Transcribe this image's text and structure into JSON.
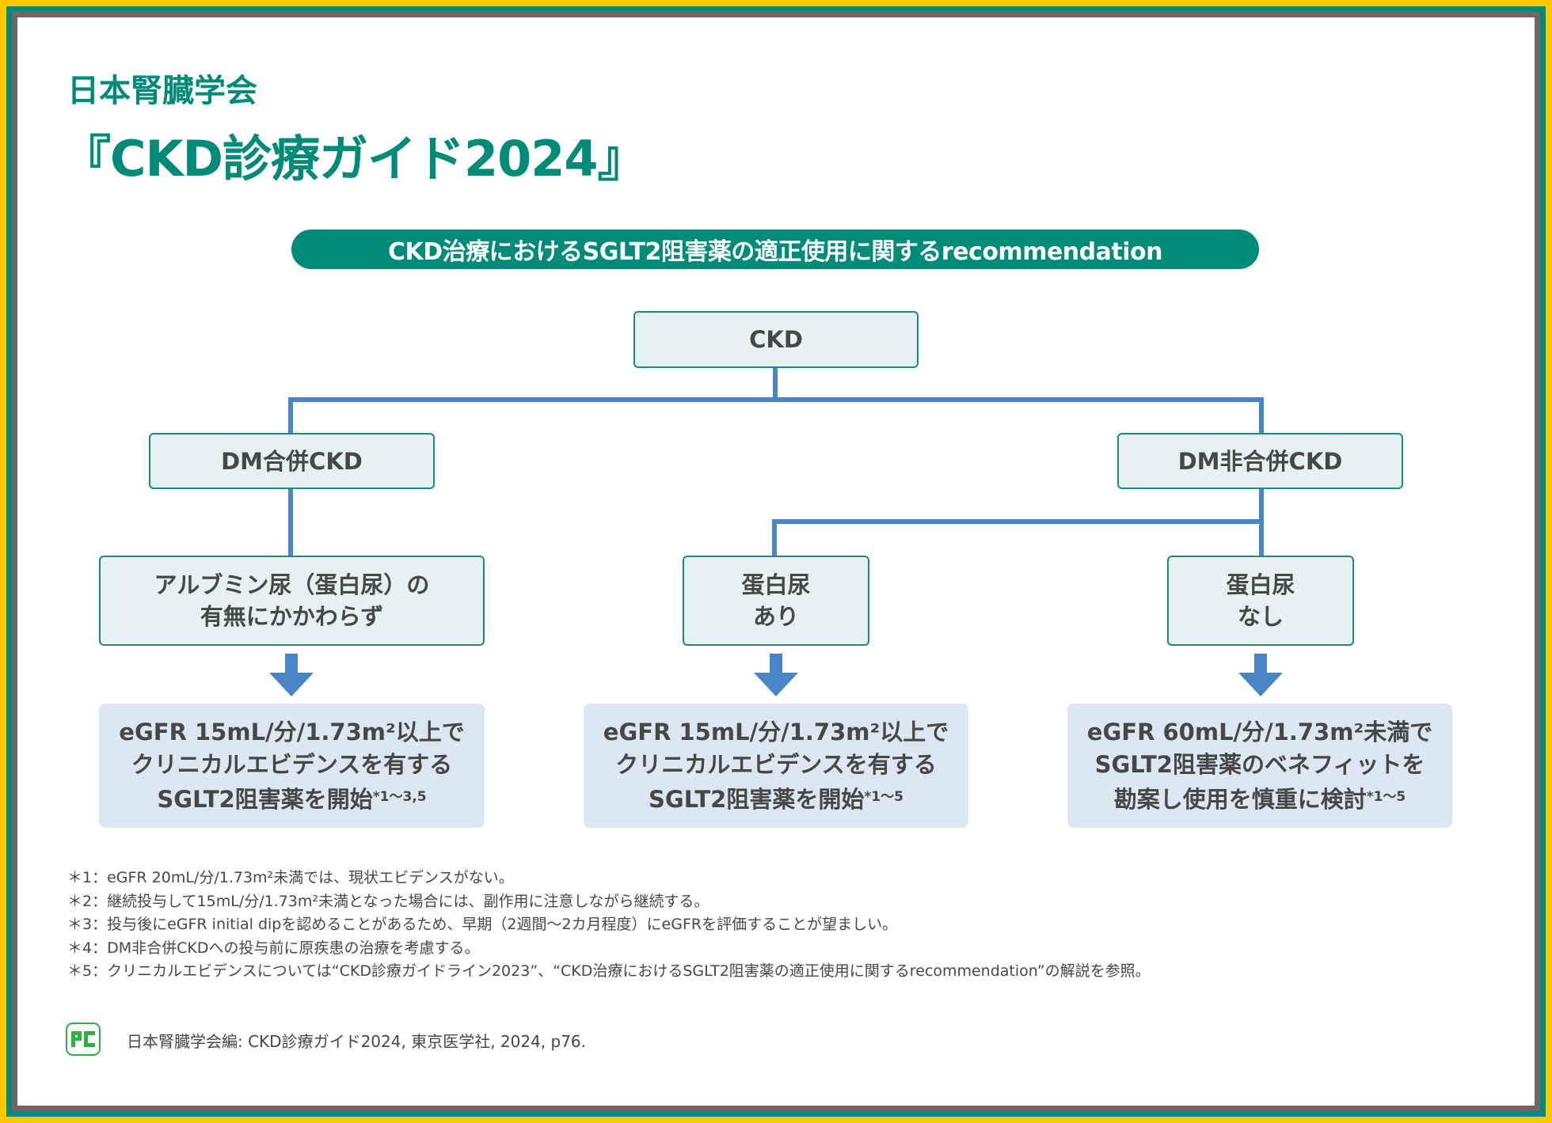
{
  "header": {
    "organization": "日本腎臓学会",
    "title": "『CKD診療ガイド2024』"
  },
  "banner": {
    "text": "CKD治療におけるSGLT2阻害薬の適正使用に関するrecommendation"
  },
  "flowchart": {
    "root": "CKD",
    "branches": {
      "dm": "DM合併CKD",
      "non_dm": "DM非合併CKD"
    },
    "conditions": {
      "dm_any": [
        "アルブミン尿（蛋白尿）の",
        "有無にかかわらず"
      ],
      "proteinuria_yes": [
        "蛋白尿",
        "あり"
      ],
      "proteinuria_no": [
        "蛋白尿",
        "なし"
      ]
    },
    "results": [
      {
        "lines": [
          "eGFR 15mL/分/1.73m²以上で",
          "クリニカルエビデンスを有する",
          "SGLT2阻害薬を開始"
        ],
        "note": "*1〜3,5"
      },
      {
        "lines": [
          "eGFR 15mL/分/1.73m²以上で",
          "クリニカルエビデンスを有する",
          "SGLT2阻害薬を開始"
        ],
        "note": "*1〜5"
      },
      {
        "lines": [
          "eGFR 60mL/分/1.73m²未満で",
          "SGLT2阻害薬のベネフィットを",
          "勘案し使用を慎重に検討"
        ],
        "note": "*1〜5"
      }
    ],
    "colors": {
      "primary": "#008a78",
      "connector": "#4a86c6",
      "node_fill": "#e6f2f1",
      "result_fill": "#dce7f4",
      "text": "#474747"
    }
  },
  "footnotes": [
    "＊1：eGFR 20mL/分/1.73m²未満では、現状エビデンスがない。",
    "＊2：継続投与して15mL/分/1.73m²未満となった場合には、副作用に注意しながら継続する。",
    "＊3：投与後にeGFR initial dipを認めることがあるため、早期（2週間〜2カ月程度）にeGFRを評価することが望ましい。",
    "＊4：DM非合併CKDへの投与前に原疾患の治療を考慮する。",
    "＊5：クリニカルエビデンスについては“CKD診療ガイドライン2023”、“CKD治療におけるSGLT2阻害薬の適正使用に関するrecommendation”の解説を参照。"
  ],
  "citation": {
    "logo_text": "pc",
    "text": "日本腎臓学会編: CKD診療ガイド2024, 東京医学社, 2024, p76."
  },
  "frame_colors": [
    "#ffc800",
    "#008a78",
    "#766464"
  ]
}
